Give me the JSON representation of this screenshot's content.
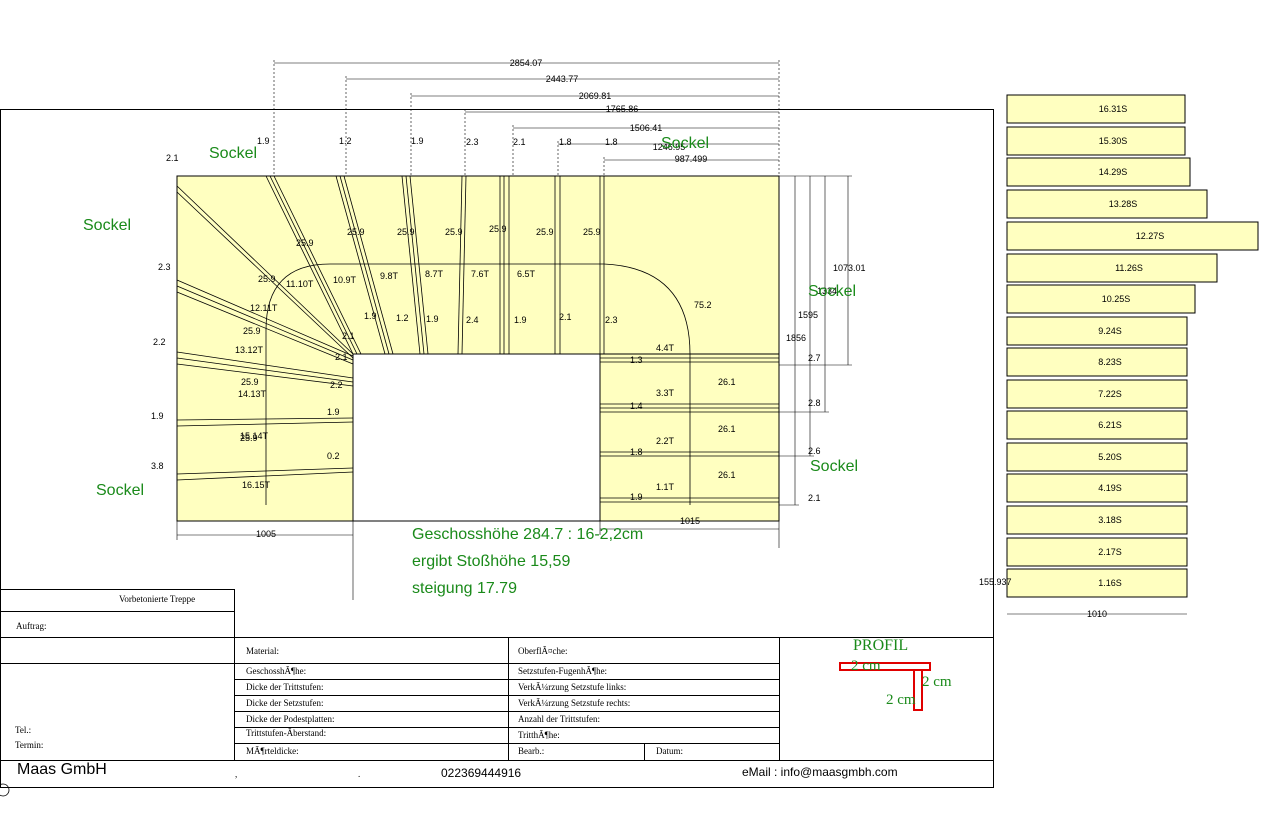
{
  "top_dimensions": [
    "2854.07",
    "2443.77",
    "2069.81",
    "1765.86",
    "1506.41",
    "1246.95",
    "987.499"
  ],
  "right_dimensions": [
    "1073.01",
    "1334",
    "1595",
    "1856"
  ],
  "bottom_dimensions": [
    "1005",
    "1015"
  ],
  "stock_width": "1010",
  "stock_side_label": "155.937",
  "sockel_label": "Sockel",
  "top_small_labels": [
    "1.9",
    "1.2",
    "1.9",
    "2.3",
    "2.1",
    "1.8",
    "1.8"
  ],
  "left_small_labels": [
    "2.1",
    "2.3",
    "2.2",
    "1.9",
    "3.8"
  ],
  "tread_width_labels": [
    "25.9",
    "25.9",
    "25.9",
    "25.9",
    "25.9",
    "25.9",
    "25.9",
    "25.9",
    "25.9",
    "25.9",
    "25.9"
  ],
  "tread_labels": [
    "11.10T",
    "10.9T",
    "9.8T",
    "8.7T",
    "7.6T",
    "6.5T",
    "12.11T",
    "13.12T",
    "14.13T",
    "15.14T",
    "16.15T",
    "4.4T",
    "3.3T",
    "2.2T",
    "1.1T"
  ],
  "inner_labels": [
    "1.9",
    "1.2",
    "1.9",
    "2.4",
    "1.9",
    "2.1",
    "2.3",
    "2.1",
    "2.1",
    "2.2",
    "1.9",
    "0.2",
    "1.3",
    "1.4",
    "1.8",
    "1.9"
  ],
  "landing_depths": [
    "26.1",
    "26.1",
    "26.1"
  ],
  "right_small_labels": [
    "2.7",
    "2.8",
    "2.6",
    "2.1"
  ],
  "curve_label": "75.2",
  "stock_items": [
    "16.31S",
    "15.30S",
    "14.29S",
    "13.28S",
    "12.27S",
    "11.26S",
    "10.25S",
    "9.24S",
    "8.23S",
    "7.22S",
    "6.21S",
    "5.20S",
    "4.19S",
    "3.18S",
    "2.17S",
    "1.16S"
  ],
  "notes": [
    "Geschosshöhe 284.7 : 16-2,2cm",
    "ergibt Stoßhöhe 15,59",
    "steigung 17.79"
  ],
  "title_block": {
    "title": "Vorbetonierte Treppe",
    "auftrag": "Auftrag:",
    "tel": "Tel.:",
    "termin": "Termin:",
    "material": "Material:",
    "oberflaeche": "OberflÃ¤che:",
    "geschosshoehe": "GeschosshÃ¶he:",
    "fugenhoehe": "Setzstufen-FugenhÃ¶he:",
    "dicke_tritt": "Dicke der Trittstufen:",
    "verk_links": "VerkÃ¼rzung Setzstufe links:",
    "dicke_setz": "Dicke der Setzstufen:",
    "verk_rechts": "VerkÃ¼rzung Setzstufe rechts:",
    "dicke_podest": "Dicke der Podestplatten:",
    "anzahl": "Anzahl der Trittstufen:",
    "ueberstand": "Trittstufen-Ãberstand:",
    "tritthoehe": "TritthÃ¶he:",
    "moertel": "MÃ¶rteldicke:",
    "bearb": "Bearb.:",
    "datum": "Datum:"
  },
  "profil": {
    "label": "PROFIL",
    "dim1": "2 cm",
    "dim2": "2 cm",
    "dim3": "2 cm",
    "color": "#e00000"
  },
  "footer": {
    "company": "Maas GmbH",
    "sep1": ",",
    "sep2": ".",
    "phone": "022369444916",
    "email": "eMail : info@maasgmbh.com"
  },
  "colors": {
    "fill": "#ffffc0",
    "label_green": "#1a8a1a"
  }
}
